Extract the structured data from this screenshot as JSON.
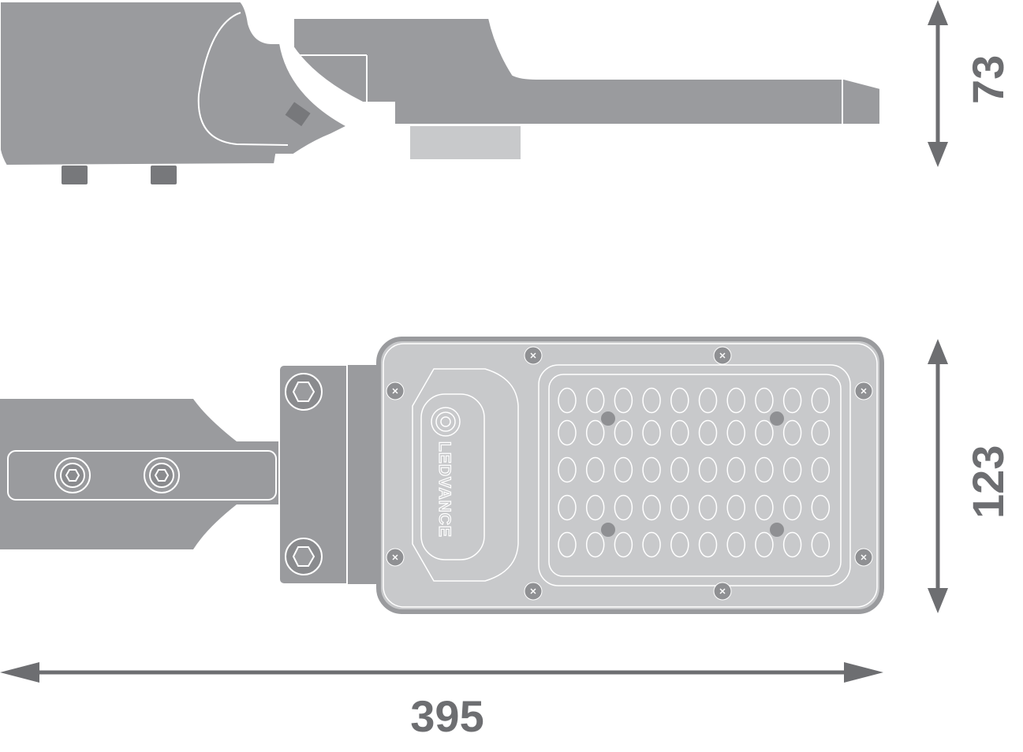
{
  "drawing": {
    "brand_logo": "LEDVANCE",
    "dimensions": {
      "height": "73",
      "width": "123",
      "length": "395"
    },
    "led_grid": {
      "columns": 10,
      "rows": 5
    },
    "colors": {
      "body_dark": "#9a9b9e",
      "body_light": "#c8c9cb",
      "detail_dark": "#77787b",
      "dimension": "#6d6e71"
    }
  }
}
